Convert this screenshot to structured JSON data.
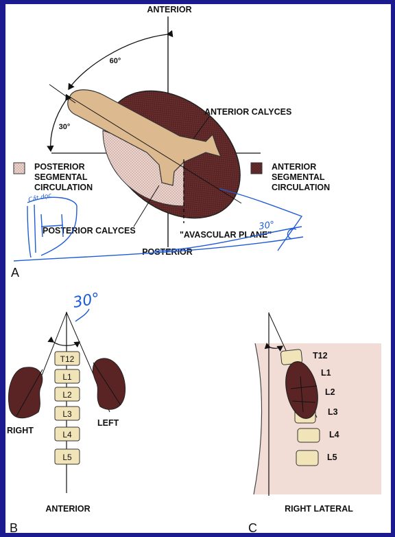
{
  "colors": {
    "frame": "#1b1b8f",
    "anterior_fill": "#5a2424",
    "posterior_fill": "#e9d3cc",
    "pelvis_fill": "#dcb98f",
    "vertebra_fill": "#f1e4b9",
    "skin": "#f1dcd6",
    "annotation_ink": "#1f5bd6"
  },
  "panel_a": {
    "letter": "A",
    "top_label": "ANTERIOR",
    "bottom_label": "POSTERIOR",
    "angle_60": "60°",
    "angle_30": "30°",
    "anterior_calyces": "ANTERIOR CALYCES",
    "posterior_calyces": "POSTERIOR CALYCES",
    "avascular_plane": "\"AVASCULAR PLANE\"",
    "legend_posterior": [
      "POSTERIOR",
      "SEGMENTAL",
      "CIRCULATION"
    ],
    "legend_anterior": [
      "ANTERIOR",
      "SEGMENTAL",
      "CIRCULATION"
    ]
  },
  "panel_b": {
    "letter": "B",
    "right_label": "RIGHT",
    "left_label": "LEFT",
    "bottom_label": "ANTERIOR",
    "vertebrae": [
      "T12",
      "L1",
      "L2",
      "L3",
      "L4",
      "L5"
    ]
  },
  "panel_c": {
    "letter": "C",
    "bottom_label": "RIGHT LATERAL",
    "vertebrae": [
      "T12",
      "L1",
      "L2",
      "L3",
      "L4",
      "L5"
    ]
  },
  "handwriting": {
    "note_top_left": "Cắt dọc",
    "note_angle_a": "30°",
    "note_angle_b": "30°"
  }
}
